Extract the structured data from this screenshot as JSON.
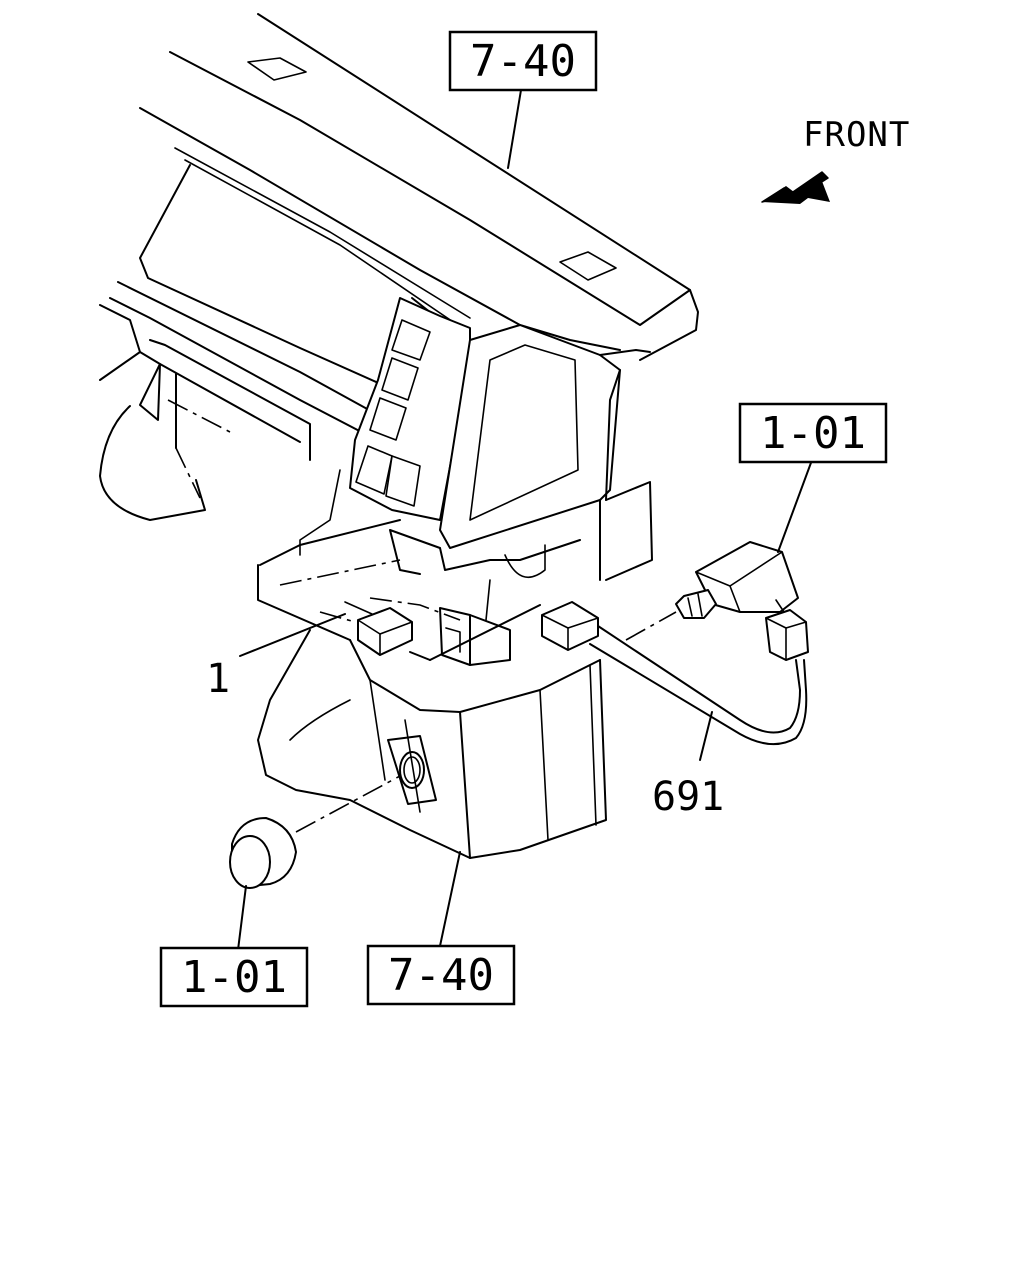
{
  "labels": {
    "ref_top": "7-40",
    "ref_bottom": "7-40",
    "ref_right": "1-01",
    "ref_left": "1-01",
    "part_1": "1",
    "part_691": "691",
    "front": "FRONT"
  }
}
